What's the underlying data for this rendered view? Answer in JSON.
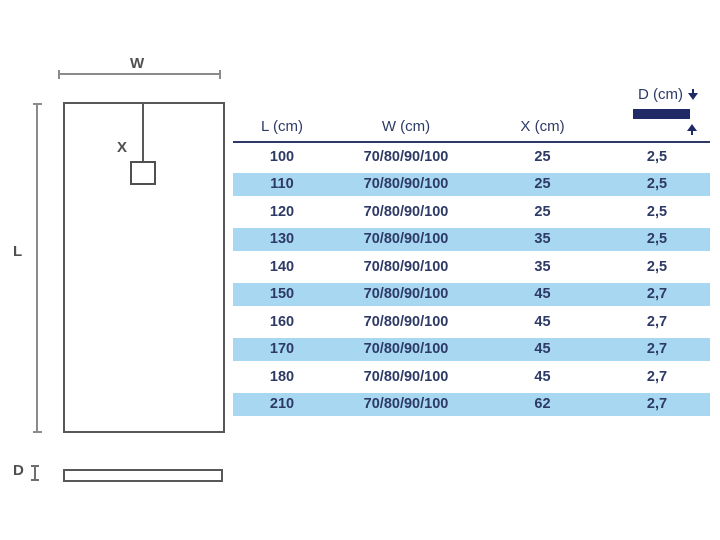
{
  "diagram": {
    "labels": {
      "width": "W",
      "drain": "X",
      "length": "L",
      "depth": "D"
    },
    "stroke_color": "#58585a"
  },
  "table": {
    "headers": [
      "L (cm)",
      "W (cm)",
      "X (cm)",
      "D (cm)"
    ],
    "rows": [
      [
        "100",
        "70/80/90/100",
        "25",
        "2,5"
      ],
      [
        "110",
        "70/80/90/100",
        "25",
        "2,5"
      ],
      [
        "120",
        "70/80/90/100",
        "25",
        "2,5"
      ],
      [
        "130",
        "70/80/90/100",
        "35",
        "2,5"
      ],
      [
        "140",
        "70/80/90/100",
        "35",
        "2,5"
      ],
      [
        "150",
        "70/80/90/100",
        "45",
        "2,7"
      ],
      [
        "160",
        "70/80/90/100",
        "45",
        "2,7"
      ],
      [
        "170",
        "70/80/90/100",
        "45",
        "2,7"
      ],
      [
        "180",
        "70/80/90/100",
        "45",
        "2,7"
      ],
      [
        "210",
        "70/80/90/100",
        "62",
        "2,7"
      ]
    ],
    "colors": {
      "text": "#2e3a66",
      "alt_row_bg": "#a8d8f1",
      "header_rule": "#2e3a66",
      "depth_bar": "#1f2a66"
    }
  }
}
